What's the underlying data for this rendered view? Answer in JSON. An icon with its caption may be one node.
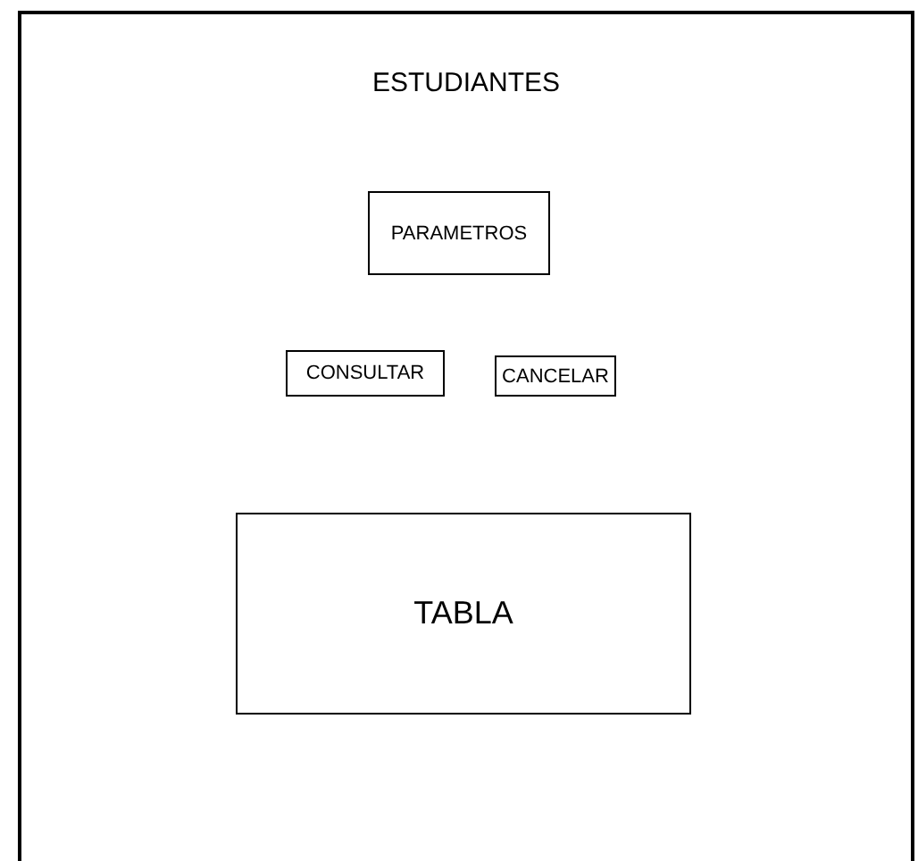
{
  "diagram": {
    "nodes": [
      {
        "text": [
          "ESTUDIANTES"
        ]
      },
      {
        "text": [
          "PARAMETROS"
        ],
        "in": 0
      },
      {
        "text": [
          "CONSULTAR"
        ],
        "in": 0
      },
      {
        "text": [
          "CANCELAR"
        ],
        "in": 0
      },
      {
        "text": [
          "TABLA"
        ],
        "in": 0
      }
    ]
  }
}
